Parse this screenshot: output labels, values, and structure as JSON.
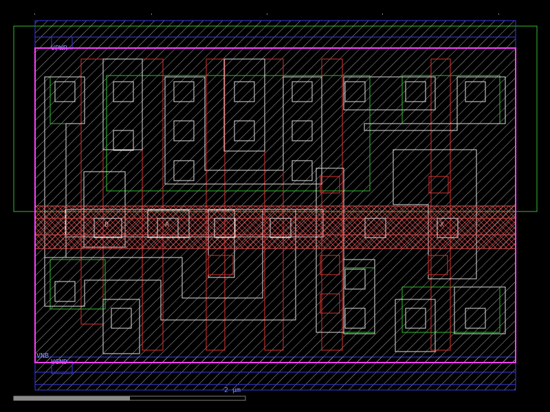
{
  "labels": {
    "vpwr_top": "VPWR",
    "vgnd_bottom": "VGND",
    "bottom_overlap": "VNB"
  },
  "pin_labels": {
    "pin_a": "B",
    "pin_b": "A",
    "pin_out": "X"
  },
  "scale_bar": {
    "label": "2 μm",
    "fraction": 0.5
  },
  "colors": {
    "background": "#000000",
    "metal1": "#3a3af0",
    "poly": "#e03030",
    "diffusion": "#30c030",
    "local_interconnect": "#e0e0e0",
    "cell_boundary": "#ff40ff",
    "hatch": "#d8d8d8",
    "text": "#8080ff"
  }
}
